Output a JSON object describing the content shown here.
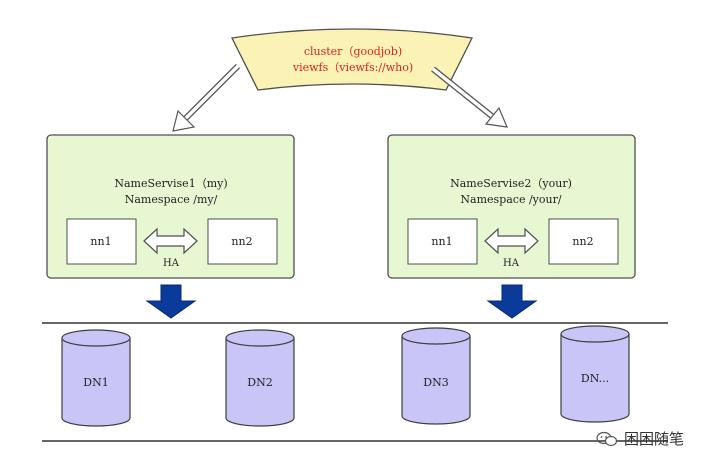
{
  "cluster": {
    "line1": "cluster（goodjob)",
    "line2": "viewfs（viewfs://who)"
  },
  "nameservices": [
    {
      "title": "NameServise1（my)",
      "namespace": "Namespace /my/",
      "nn_left": "nn1",
      "nn_right": "nn2",
      "ha_label": "HA"
    },
    {
      "title": "NameServise2（your)",
      "namespace": "Namespace /your/",
      "nn_left": "nn1",
      "nn_right": "nn2",
      "ha_label": "HA"
    }
  ],
  "datanodes": [
    "DN1",
    "DN2",
    "DN3",
    "DN..."
  ],
  "watermark": "困困随笔",
  "colors": {
    "cluster_fill": "#fbf3b6",
    "cluster_text": "#e0201c",
    "ns_fill": "#e6f7d2",
    "ns_border": "#4f4f4f",
    "db_fill": "#c9c6f7",
    "db_border": "#3d3d3d",
    "down_arrow": "#0a3a9a"
  }
}
